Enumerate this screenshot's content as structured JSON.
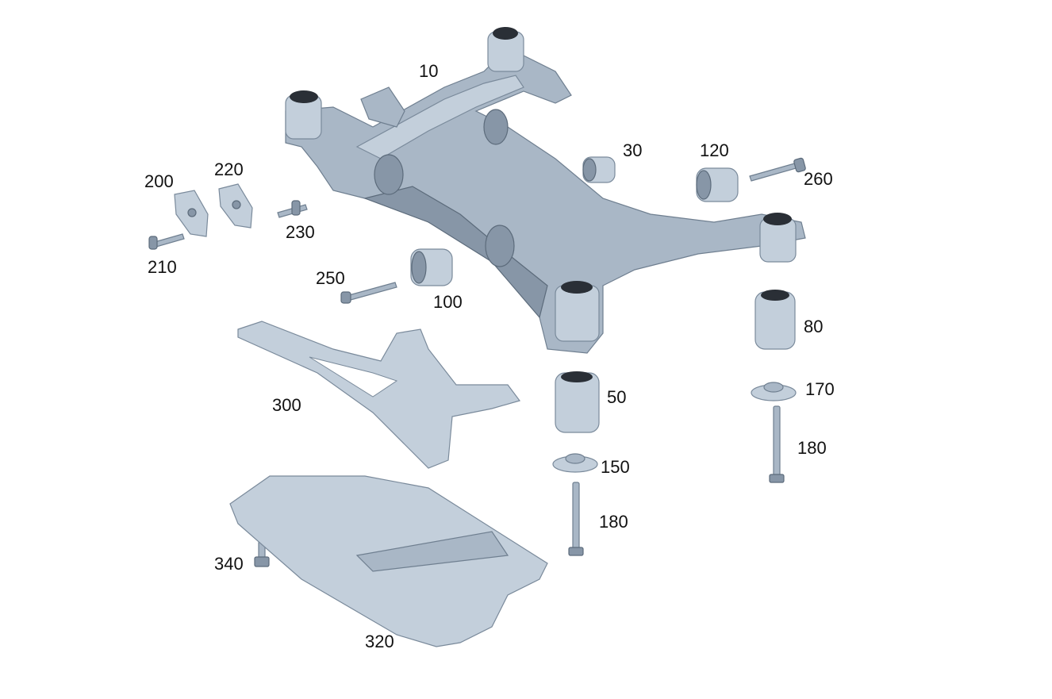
{
  "diagram": {
    "colors": {
      "part": "#a9b7c6",
      "part_light": "#c3cfdb",
      "part_dark": "#8796a7",
      "label": "#111111"
    },
    "labels": {
      "p10": "10",
      "p30": "30",
      "p120": "120",
      "p260": "260",
      "p200": "200",
      "p220": "220",
      "p230": "230",
      "p210": "210",
      "p250": "250",
      "p100": "100",
      "p80": "80",
      "p300": "300",
      "p50": "50",
      "p170": "170",
      "p150": "150",
      "p180a": "180",
      "p180b": "180",
      "p340": "340",
      "p320": "320"
    }
  }
}
